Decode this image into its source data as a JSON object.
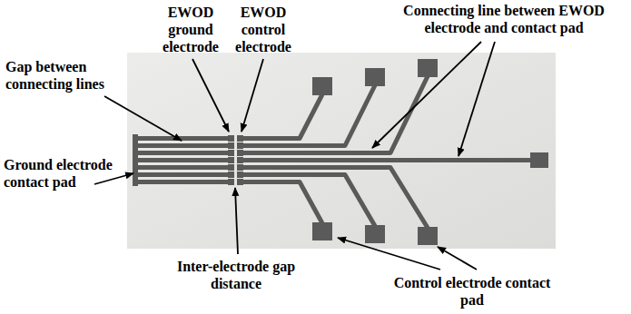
{
  "diagram": {
    "labels": [
      "EWOD ground electrode",
      "EWOD control electrode",
      "Connecting line between EWOD electrode and contact pad",
      "Gap between connecting lines",
      "Ground electrode contact pad",
      "Inter-electrode gap distance",
      "Control electrode contact pad"
    ]
  }
}
